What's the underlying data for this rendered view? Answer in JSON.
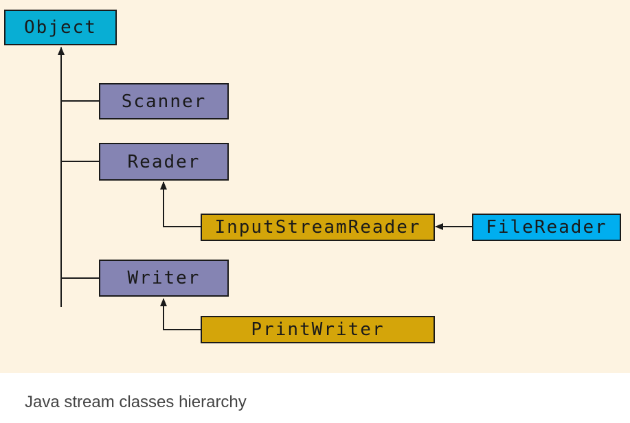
{
  "diagram": {
    "nodes": {
      "object": "Object",
      "scanner": "Scanner",
      "reader": "Reader",
      "input_stream_reader": "InputStreamReader",
      "file_reader": "FileReader",
      "writer": "Writer",
      "print_writer": "PrintWriter"
    },
    "edges": [
      {
        "from": "Scanner",
        "to": "Object"
      },
      {
        "from": "Reader",
        "to": "Object"
      },
      {
        "from": "Writer",
        "to": "Object"
      },
      {
        "from": "InputStreamReader",
        "to": "Reader"
      },
      {
        "from": "FileReader",
        "to": "InputStreamReader"
      },
      {
        "from": "PrintWriter",
        "to": "Writer"
      }
    ],
    "colors": {
      "background": "#fdf3e1",
      "object": "#08aed4",
      "file_reader": "#00aeef",
      "abstract": "#8584b3",
      "concrete": "#d4a50a"
    }
  },
  "caption": "Java stream classes hierarchy"
}
